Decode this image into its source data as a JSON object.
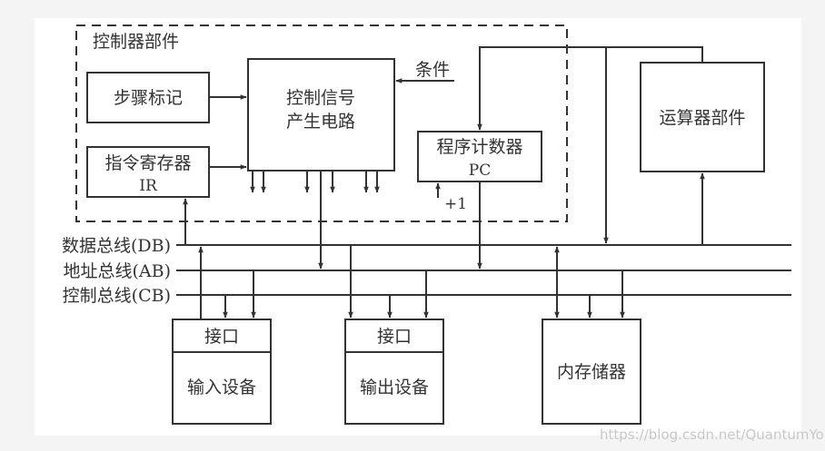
{
  "diagram": {
    "controller_group": {
      "label": "控制器部件"
    },
    "step_marker": {
      "label": "步骤标记"
    },
    "instruction_register": {
      "label": "指令寄存器",
      "abbr": "IR"
    },
    "control_signal_circuit": {
      "line1": "控制信号",
      "line2": "产生电路"
    },
    "condition": {
      "label": "条件"
    },
    "program_counter": {
      "label": "程序计数器",
      "abbr": "PC",
      "increment": "+1"
    },
    "alu": {
      "label": "运算器部件"
    },
    "buses": [
      {
        "label": "数据总线(DB)"
      },
      {
        "label": "地址总线(AB)"
      },
      {
        "label": "控制总线(CB)"
      }
    ],
    "input_device": {
      "interface": "接口",
      "label": "输入设备"
    },
    "output_device": {
      "interface": "接口",
      "label": "输出设备"
    },
    "memory": {
      "label": "内存储器"
    },
    "colors": {
      "line": "#333333",
      "background": "#f4f4f4",
      "panel": "#ffffff"
    }
  },
  "watermark": "https://blog.csdn.net/QuantumYou"
}
